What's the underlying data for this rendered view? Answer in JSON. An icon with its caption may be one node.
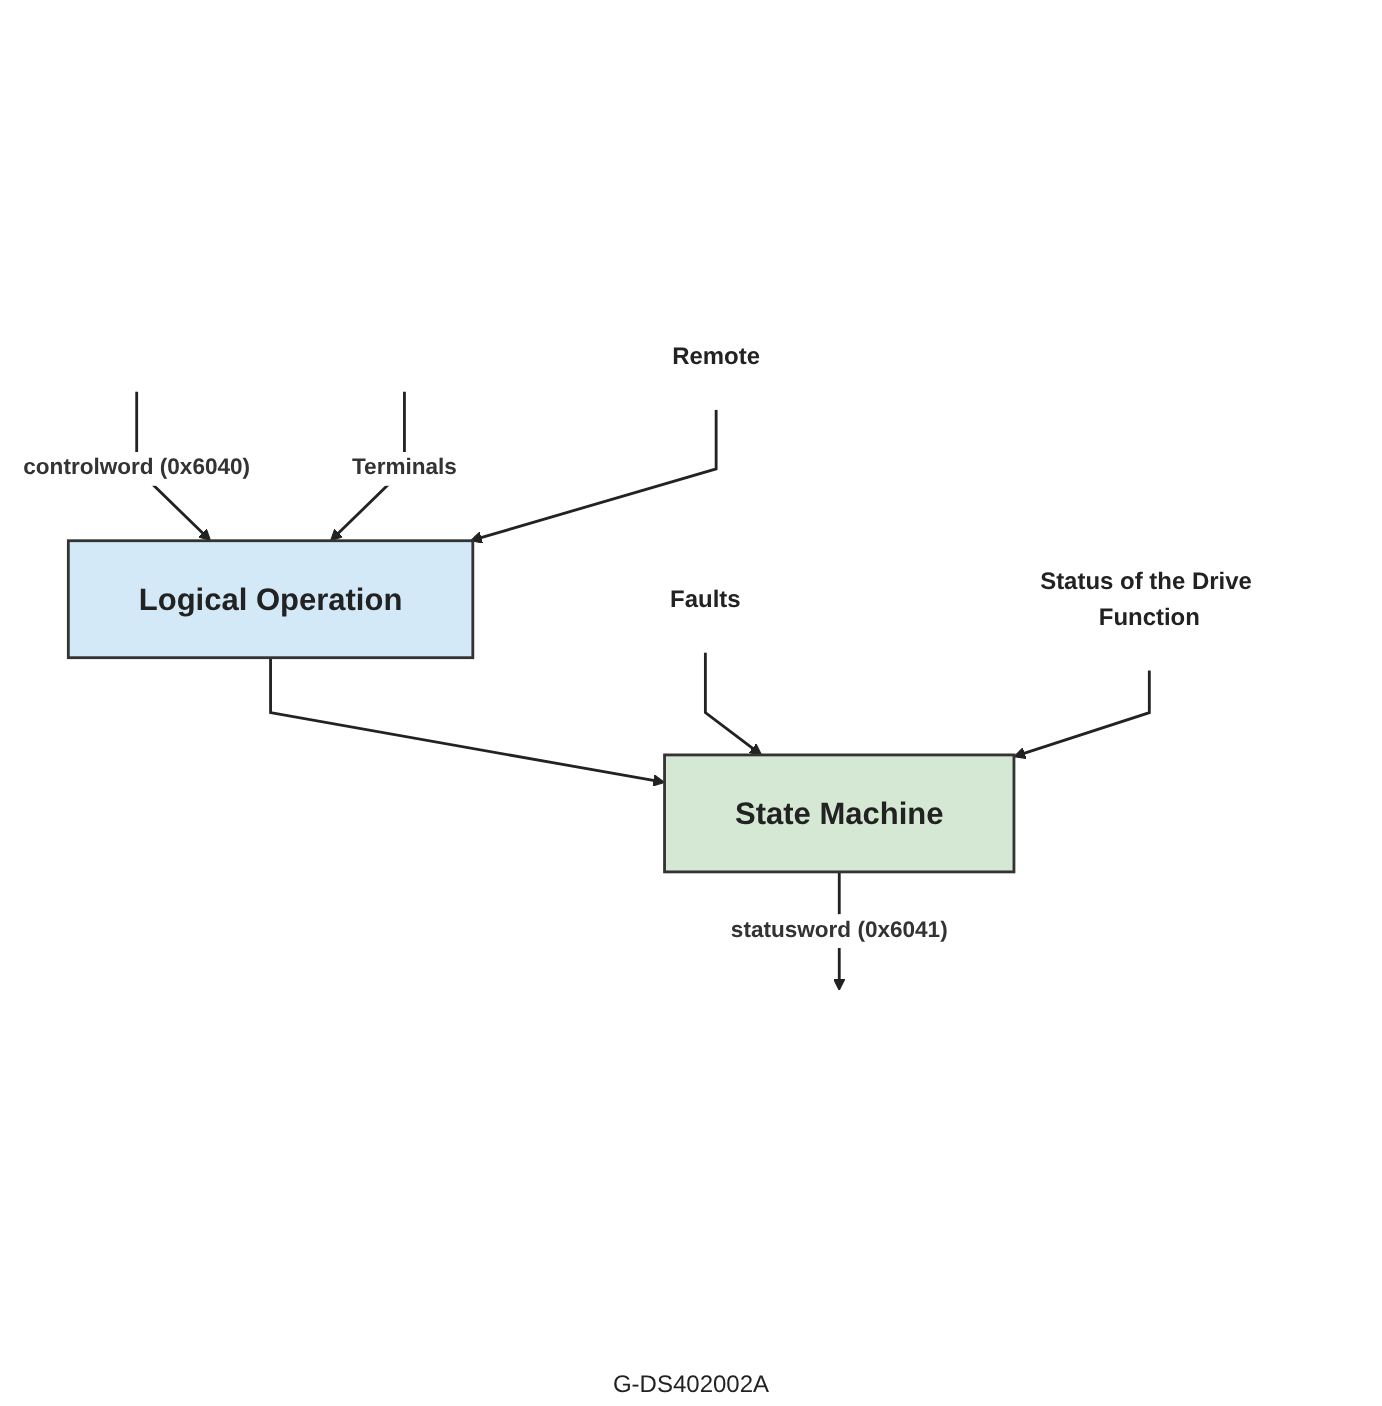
{
  "diagram": {
    "nodes": [
      {
        "text": [
          "Logical Operation"
        ]
      },
      {
        "text": [
          "State Machine"
        ]
      },
      {
        "text": [
          "Remote"
        ]
      },
      {
        "text": [
          "Faults"
        ]
      },
      {
        "text": [
          "Status of the Drive Function"
        ]
      }
    ],
    "edges": [
      {
        "from": null,
        "to": 0,
        "arrow": "to",
        "label": "controlword (0x6040)"
      },
      {
        "from": null,
        "to": 0,
        "arrow": "to",
        "label": "Terminals"
      },
      {
        "from": 2,
        "to": 0,
        "arrow": "to"
      },
      {
        "from": 0,
        "to": 1,
        "arrow": "to"
      },
      {
        "from": 3,
        "to": 1,
        "arrow": "to"
      },
      {
        "from": 4,
        "to": 1,
        "arrow": "to"
      },
      {
        "from": 1,
        "to": null,
        "arrow": "to",
        "label": "statusword (0x6041)"
      }
    ],
    "labels": [
      "G-DS402002A"
    ]
  }
}
